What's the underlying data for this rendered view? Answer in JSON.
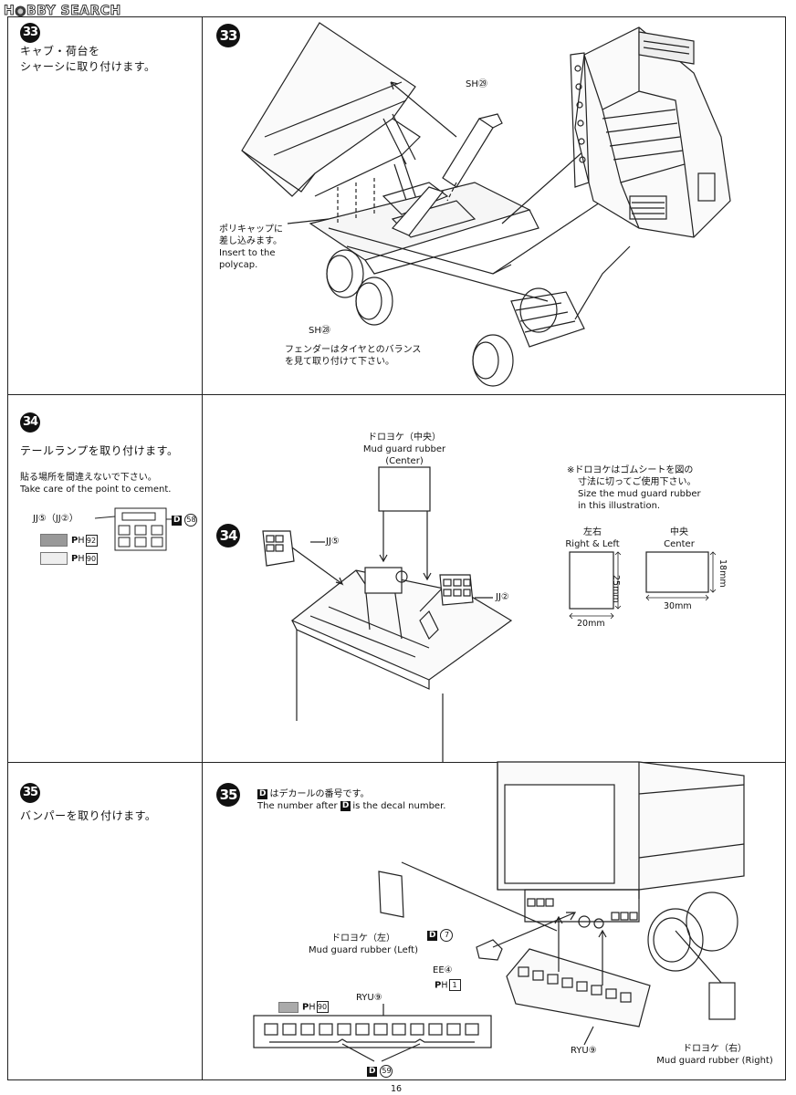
{
  "logo": {
    "part1": "H",
    "part2": "BBY SEARCH"
  },
  "page_number": "16",
  "steps": [
    {
      "number": "33",
      "instruction_jp": [
        "キャブ・荷台を",
        "シャーシに取り付けます。"
      ],
      "labels": {
        "sh29": "SH㉙",
        "sh28": "SH㉘",
        "polycap_jp": [
          "ポリキャップに",
          "差し込みます。"
        ],
        "polycap_en": [
          "Insert to the",
          "polycap."
        ],
        "fender_jp": [
          "フェンダーはタイヤとのバランス",
          "を見て取り付けて下さい。"
        ]
      }
    },
    {
      "number": "34",
      "instruction_jp": "テールランプを取り付けます。",
      "note_jp": "貼る場所を間違えないで下さい。",
      "note_en": "Take care of the point to cement.",
      "legend": {
        "jj": "JJ⑤（JJ②）",
        "decal": "58",
        "paint1": "92",
        "paint2": "90"
      },
      "labels": {
        "mud_center_jp": "ドロヨケ（中央）",
        "mud_center_en": "Mud guard rubber (Center)",
        "jj5": "JJ⑤",
        "jj2": "JJ②",
        "size_note_jp": [
          "※ドロヨケはゴムシートを図の",
          "寸法に切ってご使用下さい。"
        ],
        "size_note_en": [
          "Size the mud guard rubber",
          "in this illustration."
        ],
        "left_right_jp": "左右",
        "left_right_en": "Right & Left",
        "center_jp": "中央",
        "center_en": "Center",
        "dim_25": "25mm",
        "dim_20": "20mm",
        "dim_18": "18mm",
        "dim_30": "30mm"
      }
    },
    {
      "number": "35",
      "instruction_jp": "バンパーを取り付けます。",
      "labels": {
        "decal_note_jp": "はデカールの番号です。",
        "decal_note_en_pre": "The number after",
        "decal_note_en_post": "is the decal number.",
        "d7": "7",
        "ee4": "EE④",
        "p1": "1",
        "mud_left_jp": "ドロヨケ（左）",
        "mud_left_en": "Mud guard rubber (Left)",
        "ryu9_top": "RYU⑨",
        "paint90": "90",
        "decal59": "59",
        "ryu9_bottom": "RYU⑨",
        "mud_right_jp": "ドロヨケ（右）",
        "mud_right_en": "Mud guard rubber (Right)"
      }
    }
  ]
}
